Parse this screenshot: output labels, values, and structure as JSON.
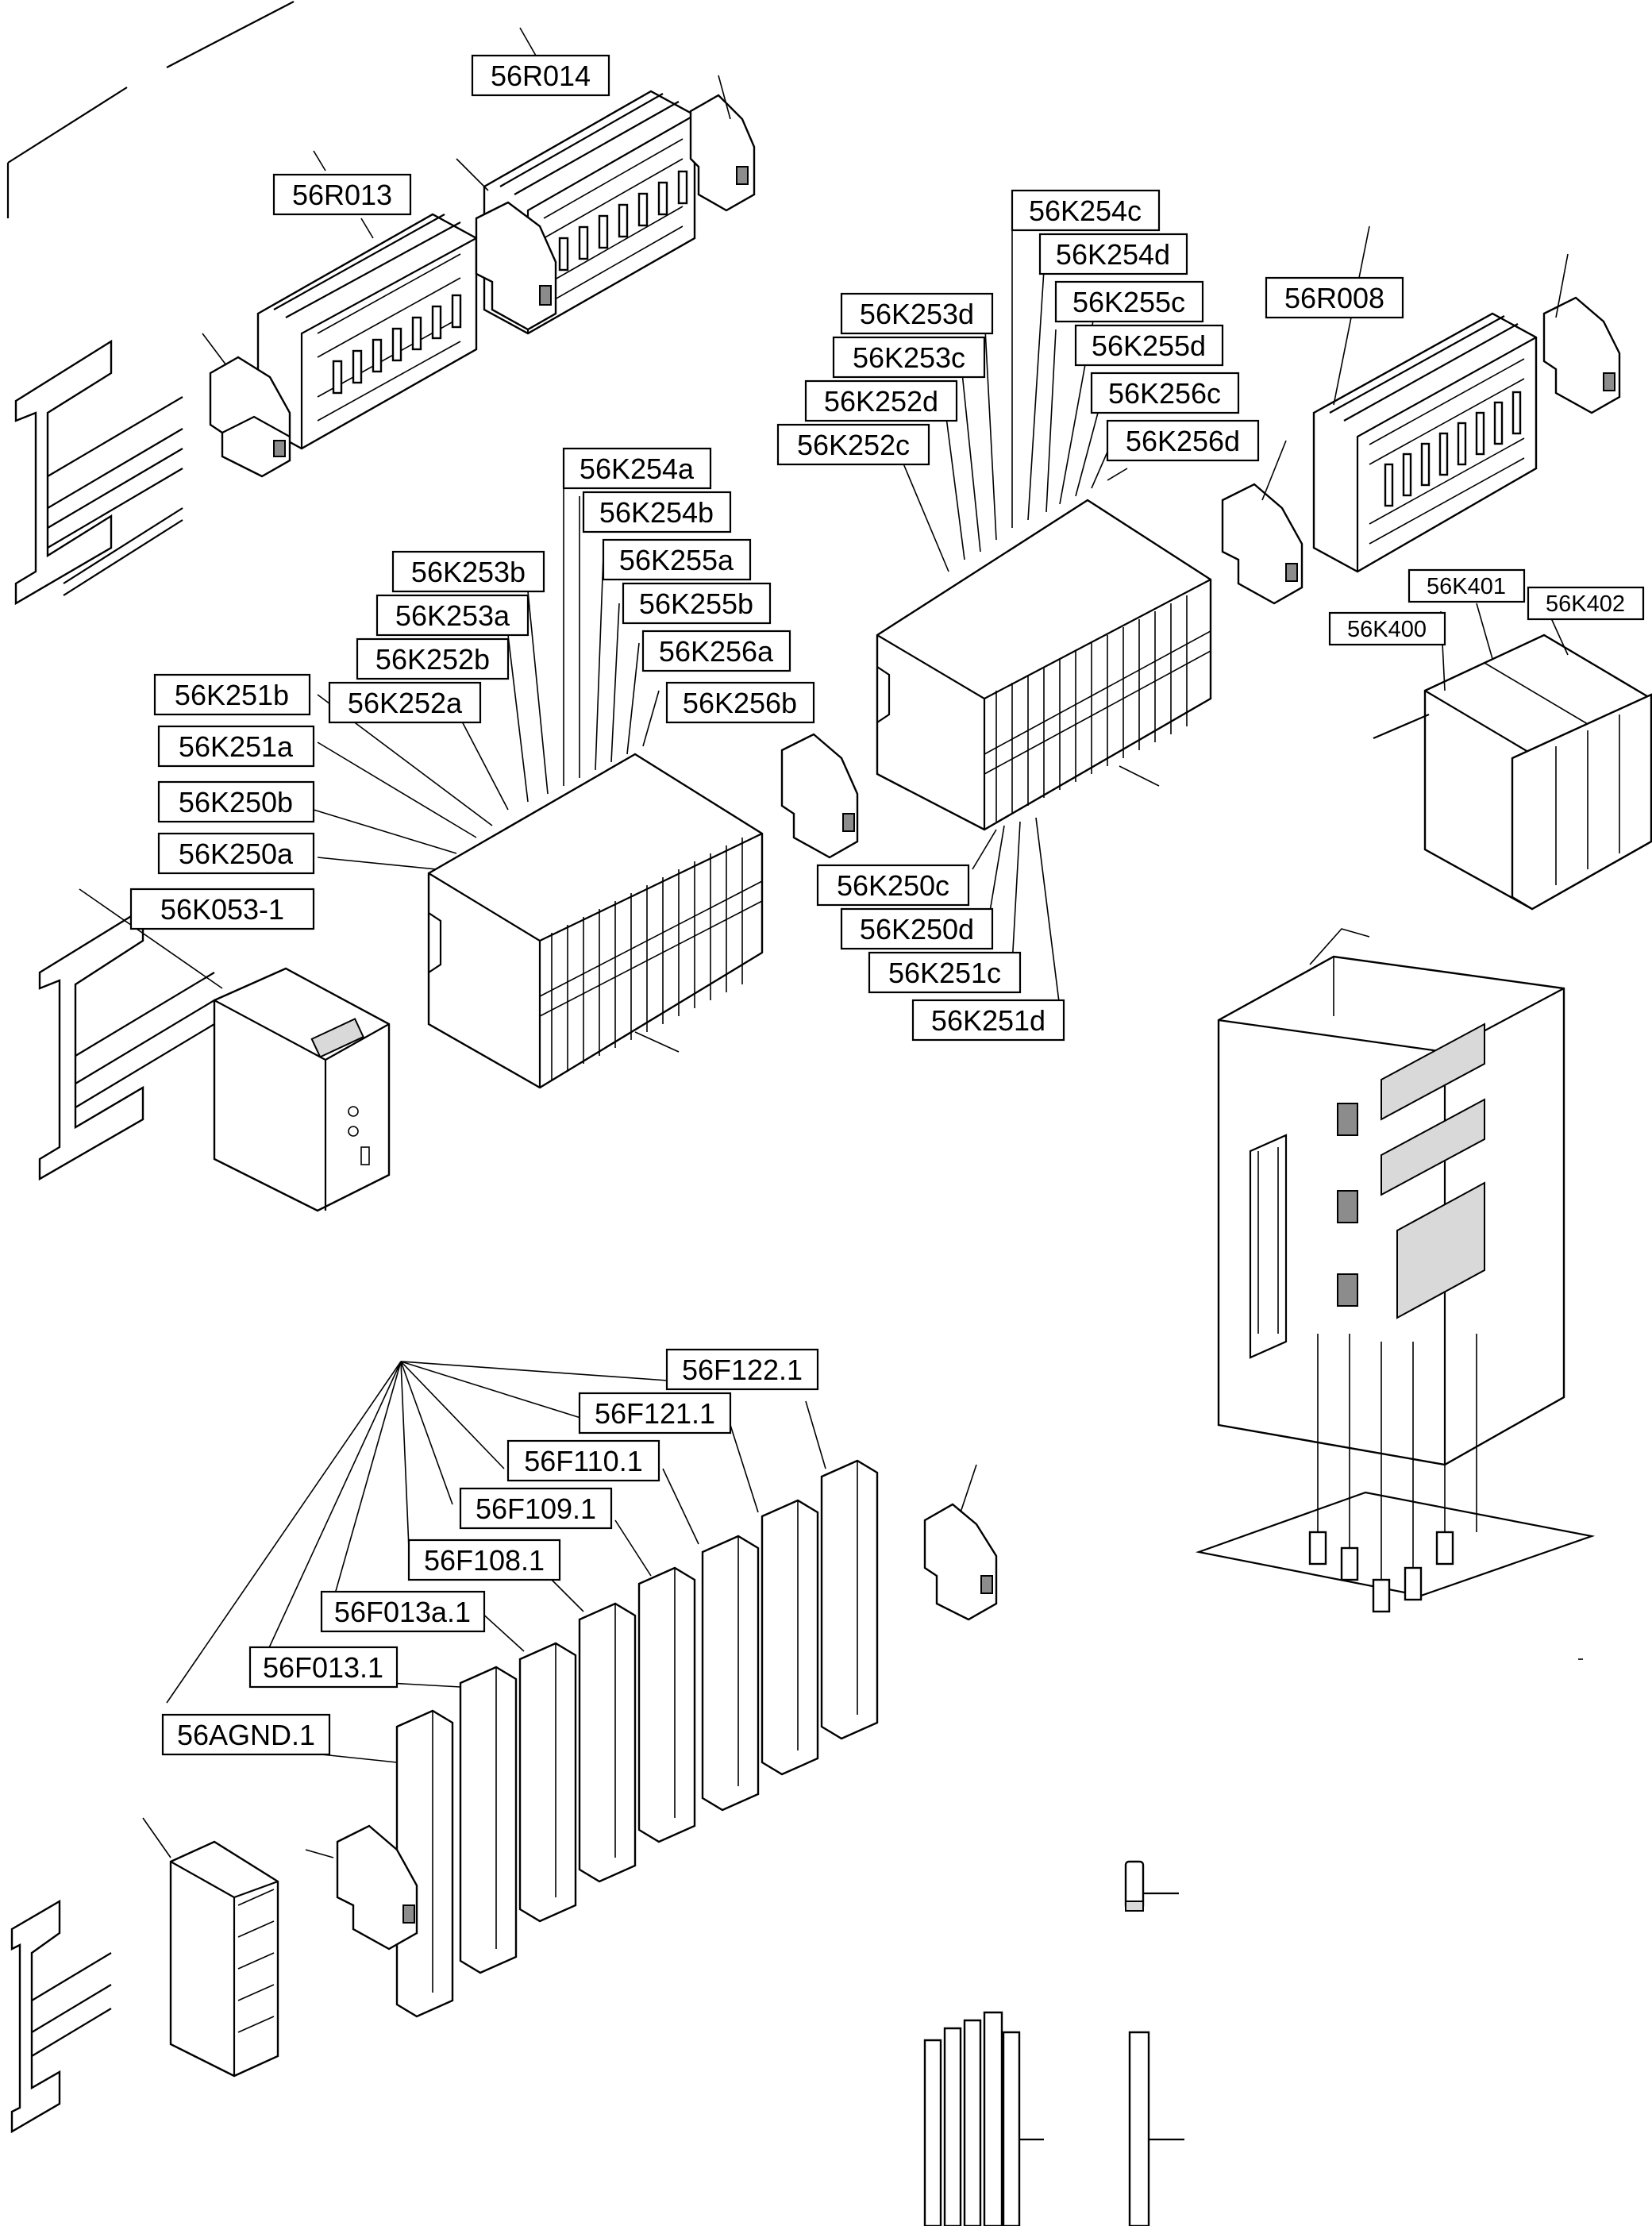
{
  "labels": {
    "r014": "56R014",
    "r013": "56R013",
    "r008": "56R008",
    "k254c": "56K254c",
    "k254d": "56K254d",
    "k253d": "56K253d",
    "k255c": "56K255c",
    "k253c": "56K253c",
    "k255d": "56K255d",
    "k252d": "56K252d",
    "k256c": "56K256c",
    "k252c": "56K252c",
    "k256d": "56K256d",
    "k254a": "56K254a",
    "k254b": "56K254b",
    "k253b": "56K253b",
    "k255a": "56K255a",
    "k253a": "56K253a",
    "k255b": "56K255b",
    "k252b": "56K252b",
    "k256a": "56K256a",
    "k251b": "56K251b",
    "k252a": "56K252a",
    "k256b": "56K256b",
    "k251a": "56K251a",
    "k250b": "56K250b",
    "k250a": "56K250a",
    "k053": "56K053-1",
    "k250c": "56K250c",
    "k250d": "56K250d",
    "k251c": "56K251c",
    "k251d": "56K251d",
    "k401": "56K401",
    "k402": "56K402",
    "k400": "56K400",
    "f122": "56F122.1",
    "f121": "56F121.1",
    "f110": "56F110.1",
    "f109": "56F109.1",
    "f108": "56F108.1",
    "f013a": "56F013a.1",
    "f013": "56F013.1",
    "agnd": "56AGND.1"
  }
}
